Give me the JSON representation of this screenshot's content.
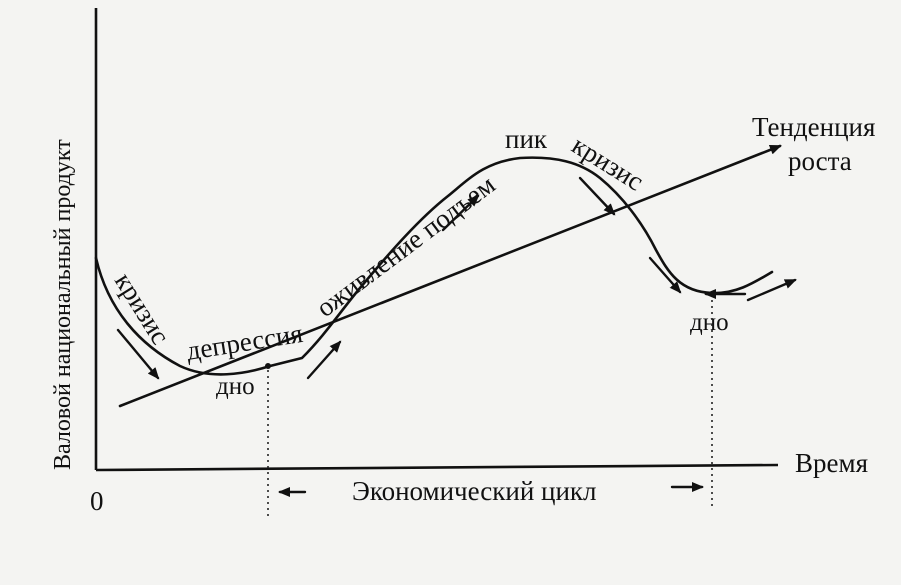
{
  "axes": {
    "y_label": "Валовой национальный продукт",
    "x_label": "Время",
    "origin": "0"
  },
  "labels": {
    "crisis_left": "кризис",
    "depression": "депрессия",
    "trough_left": "дно",
    "recovery_rise": "оживление подъем",
    "peak": "пик",
    "crisis_right": "кризис",
    "trough_right": "дно",
    "trend_line1": "Тенденция",
    "trend_line2": "роста",
    "cycle": "Экономический цикл"
  }
}
